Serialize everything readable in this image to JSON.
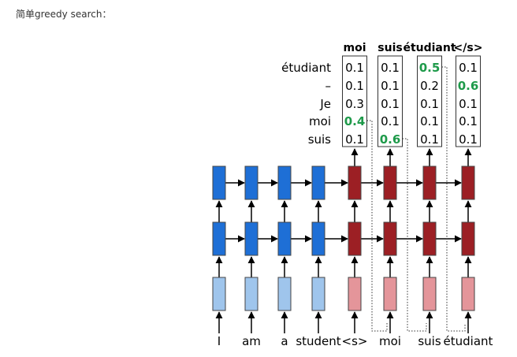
{
  "caption": "简单greedy search：",
  "decoder_headers": [
    "moi",
    "suis",
    "étudiant",
    "</s>"
  ],
  "vocab": [
    "étudiant",
    "–",
    "Je",
    "moi",
    "suis"
  ],
  "prob_columns": [
    [
      "0.1",
      "0.1",
      "0.3",
      "0.4",
      "0.1"
    ],
    [
      "0.1",
      "0.1",
      "0.1",
      "0.1",
      "0.6"
    ],
    [
      "0.5",
      "0.2",
      "0.1",
      "0.1",
      "0.1"
    ],
    [
      "0.1",
      "0.6",
      "0.1",
      "0.1",
      "0.1"
    ]
  ],
  "selected_rows": [
    3,
    4,
    0,
    1
  ],
  "highlight_color": "#1e9a4a",
  "encoder_color": "#1e6fd6",
  "encoder_input_color": "#9fc5ec",
  "decoder_color": "#9c1f24",
  "decoder_input_color": "#e4959a",
  "source_tokens": [
    "I",
    "am",
    "a",
    "student"
  ],
  "target_tokens": [
    "<s>",
    "moi",
    "suis",
    "étudiant"
  ]
}
